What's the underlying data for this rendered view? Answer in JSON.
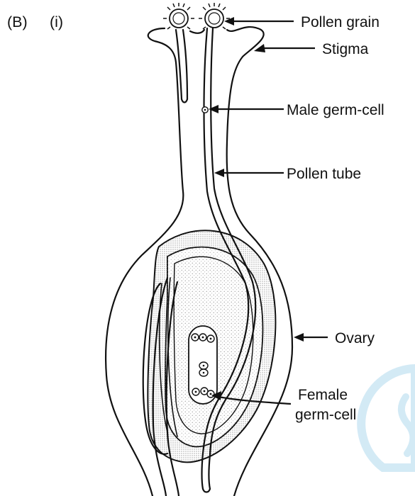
{
  "figure": {
    "part_label": "(B)",
    "sub_label": "(i)"
  },
  "labels": {
    "pollen_grain": "Pollen grain",
    "stigma": "Stigma",
    "male_germ_cell": "Male germ-cell",
    "pollen_tube": "Pollen tube",
    "ovary": "Ovary",
    "female_germ_cell_line1": "Female",
    "female_germ_cell_line2": "germ-cell"
  },
  "colors": {
    "ink": "#111111",
    "stipple": "#9a9a9a",
    "watermark": "#cfe8f5"
  }
}
